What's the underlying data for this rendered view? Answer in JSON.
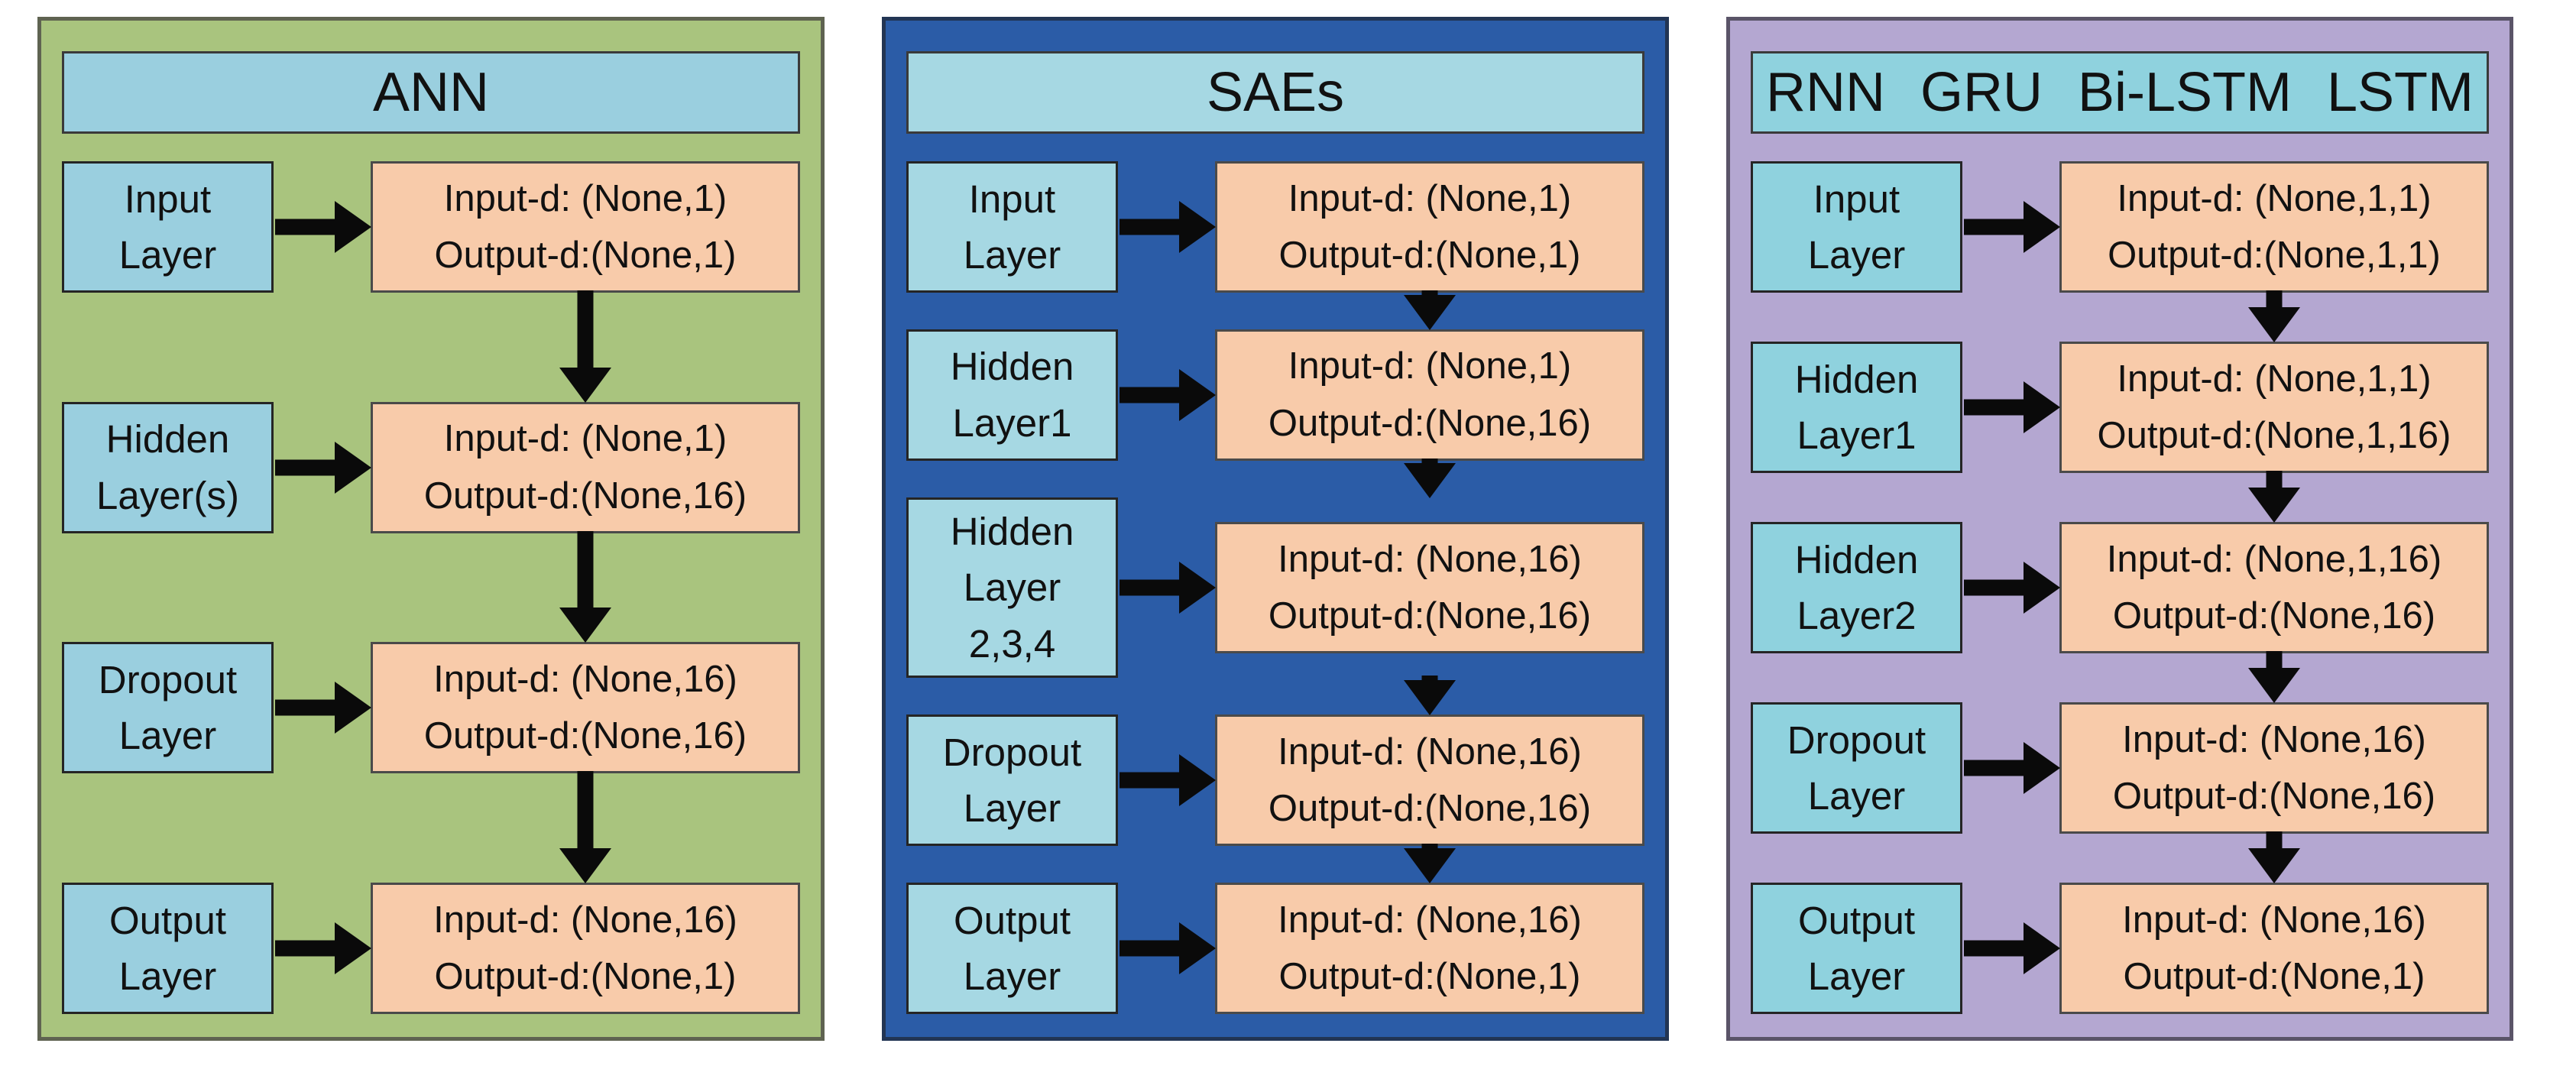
{
  "diagram": {
    "page_background": "#ffffff",
    "text_color": "#111111",
    "arrow_color": "#0a0a0a"
  },
  "panels": [
    {
      "title": "ANN",
      "colors": {
        "background": "#a9c47e",
        "border": "#5f6351",
        "label_box": "#9acfdf",
        "dimension_box": "#f8cbaa"
      },
      "rows": [
        {
          "label": "Input\nLayer",
          "dims": "Input-d: (None,1)\nOutput-d:(None,1)"
        },
        {
          "label": "Hidden\nLayer(s)",
          "dims": "Input-d: (None,1)\nOutput-d:(None,16)"
        },
        {
          "label": "Dropout\nLayer",
          "dims": "Input-d: (None,16)\nOutput-d:(None,16)"
        },
        {
          "label": "Output\nLayer",
          "dims": "Input-d: (None,16)\nOutput-d:(None,1)"
        }
      ]
    },
    {
      "title": "SAEs",
      "colors": {
        "background": "#2b5ca7",
        "border": "#223554",
        "label_box": "#a6d8e3",
        "dimension_box": "#f8cbaa"
      },
      "rows": [
        {
          "label": "Input\nLayer",
          "dims": "Input-d: (None,1)\nOutput-d:(None,1)"
        },
        {
          "label": "Hidden\nLayer1",
          "dims": "Input-d: (None,1)\nOutput-d:(None,16)"
        },
        {
          "label": "Hidden\nLayer\n2,3,4",
          "dims": "Input-d: (None,16)\nOutput-d:(None,16)"
        },
        {
          "label": "Dropout\nLayer",
          "dims": "Input-d: (None,16)\nOutput-d:(None,16)"
        },
        {
          "label": "Output\nLayer",
          "dims": "Input-d: (None,16)\nOutput-d:(None,1)"
        }
      ]
    },
    {
      "title": "RNN GRU Bi-LSTM LSTM",
      "colors": {
        "background": "#b4a7d1",
        "border": "#5a5468",
        "label_box": "#8fd2de",
        "dimension_box": "#f8cbaa"
      },
      "rows": [
        {
          "label": "Input\nLayer",
          "dims": "Input-d: (None,1,1)\nOutput-d:(None,1,1)"
        },
        {
          "label": "Hidden\nLayer1",
          "dims": "Input-d: (None,1,1)\nOutput-d:(None,1,16)"
        },
        {
          "label": "Hidden\nLayer2",
          "dims": "Input-d: (None,1,16)\nOutput-d:(None,16)"
        },
        {
          "label": "Dropout\nLayer",
          "dims": "Input-d: (None,16)\nOutput-d:(None,16)"
        },
        {
          "label": "Output\nLayer",
          "dims": "Input-d: (None,16)\nOutput-d:(None,1)"
        }
      ]
    }
  ]
}
